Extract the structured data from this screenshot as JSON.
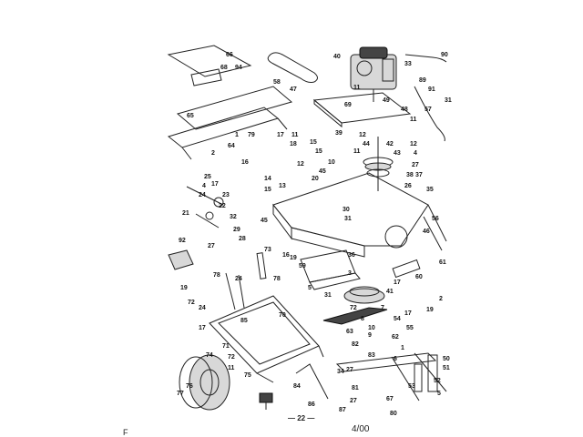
{
  "drawing": {
    "date_label": "4/00",
    "reference_label": "— 22 —",
    "corner_mark": "F"
  },
  "callouts": [
    {
      "id": "c66",
      "text": "66"
    },
    {
      "id": "c68",
      "text": "68"
    },
    {
      "id": "c94",
      "text": "94"
    },
    {
      "id": "c58",
      "text": "58"
    },
    {
      "id": "c47",
      "text": "47"
    },
    {
      "id": "c40",
      "text": "40"
    },
    {
      "id": "c33",
      "text": "33"
    },
    {
      "id": "c90",
      "text": "90"
    },
    {
      "id": "c89",
      "text": "89"
    },
    {
      "id": "c91",
      "text": "91"
    },
    {
      "id": "c31a",
      "text": "31"
    },
    {
      "id": "c11a",
      "text": "11"
    },
    {
      "id": "c49",
      "text": "49"
    },
    {
      "id": "c48",
      "text": "48"
    },
    {
      "id": "c57",
      "text": "57"
    },
    {
      "id": "c69",
      "text": "69"
    },
    {
      "id": "c65",
      "text": "65"
    },
    {
      "id": "c11b",
      "text": "11"
    },
    {
      "id": "c39",
      "text": "39"
    },
    {
      "id": "c1",
      "text": "1"
    },
    {
      "id": "c79",
      "text": "79"
    },
    {
      "id": "c64",
      "text": "64"
    },
    {
      "id": "c17a",
      "text": "17"
    },
    {
      "id": "c18",
      "text": "18"
    },
    {
      "id": "c11c",
      "text": "11"
    },
    {
      "id": "c16",
      "text": "16"
    },
    {
      "id": "c2",
      "text": "2"
    },
    {
      "id": "c12a",
      "text": "12"
    },
    {
      "id": "c44",
      "text": "44"
    },
    {
      "id": "c42",
      "text": "42"
    },
    {
      "id": "c12b",
      "text": "12"
    },
    {
      "id": "c43",
      "text": "43"
    },
    {
      "id": "c4a",
      "text": "4"
    },
    {
      "id": "c27a",
      "text": "27"
    },
    {
      "id": "c38",
      "text": "38"
    },
    {
      "id": "c37",
      "text": "37"
    },
    {
      "id": "c26",
      "text": "26"
    },
    {
      "id": "c35",
      "text": "35"
    },
    {
      "id": "c15a",
      "text": "15"
    },
    {
      "id": "c15b",
      "text": "15"
    },
    {
      "id": "c12c",
      "text": "12"
    },
    {
      "id": "c45a",
      "text": "45"
    },
    {
      "id": "c10",
      "text": "10"
    },
    {
      "id": "c11d",
      "text": "11"
    },
    {
      "id": "c25",
      "text": "25"
    },
    {
      "id": "c4b",
      "text": "4"
    },
    {
      "id": "c17b",
      "text": "17"
    },
    {
      "id": "c24a",
      "text": "24"
    },
    {
      "id": "c23",
      "text": "23"
    },
    {
      "id": "c22",
      "text": "22"
    },
    {
      "id": "c14",
      "text": "14"
    },
    {
      "id": "c13",
      "text": "13"
    },
    {
      "id": "c20",
      "text": "20"
    },
    {
      "id": "c15c",
      "text": "15"
    },
    {
      "id": "c21",
      "text": "21"
    },
    {
      "id": "c30",
      "text": "30"
    },
    {
      "id": "c31b",
      "text": "31"
    },
    {
      "id": "c56",
      "text": "56"
    },
    {
      "id": "c46",
      "text": "46"
    },
    {
      "id": "c45b",
      "text": "45"
    },
    {
      "id": "c32",
      "text": "32"
    },
    {
      "id": "c29",
      "text": "29"
    },
    {
      "id": "c28",
      "text": "28"
    },
    {
      "id": "c27b",
      "text": "27"
    },
    {
      "id": "c92",
      "text": "92"
    },
    {
      "id": "c73",
      "text": "73"
    },
    {
      "id": "c19a",
      "text": "19"
    },
    {
      "id": "c59",
      "text": "59"
    },
    {
      "id": "c36",
      "text": "36"
    },
    {
      "id": "c3",
      "text": "3"
    },
    {
      "id": "c61",
      "text": "61"
    },
    {
      "id": "c78a",
      "text": "78"
    },
    {
      "id": "c24b",
      "text": "24"
    },
    {
      "id": "c78b",
      "text": "78"
    },
    {
      "id": "c60",
      "text": "60"
    },
    {
      "id": "c19b",
      "text": "19"
    },
    {
      "id": "c72a",
      "text": "72"
    },
    {
      "id": "c5",
      "text": "5"
    },
    {
      "id": "c31c",
      "text": "31"
    },
    {
      "id": "c17c",
      "text": "17"
    },
    {
      "id": "c41",
      "text": "41"
    },
    {
      "id": "c24c",
      "text": "24"
    },
    {
      "id": "c85",
      "text": "85"
    },
    {
      "id": "c70",
      "text": "70"
    },
    {
      "id": "c17d",
      "text": "17"
    },
    {
      "id": "c7",
      "text": "7"
    },
    {
      "id": "c72b",
      "text": "72"
    },
    {
      "id": "c54",
      "text": "54"
    },
    {
      "id": "c17e",
      "text": "17"
    },
    {
      "id": "c19c",
      "text": "19"
    },
    {
      "id": "c8",
      "text": "8"
    },
    {
      "id": "c10b",
      "text": "10"
    },
    {
      "id": "c9",
      "text": "9"
    },
    {
      "id": "c55",
      "text": "55"
    },
    {
      "id": "c63",
      "text": "63"
    },
    {
      "id": "c82",
      "text": "82"
    },
    {
      "id": "c83",
      "text": "83"
    },
    {
      "id": "c62",
      "text": "62"
    },
    {
      "id": "c71",
      "text": "71"
    },
    {
      "id": "c74",
      "text": "74"
    },
    {
      "id": "c72c",
      "text": "72"
    },
    {
      "id": "c75",
      "text": "75"
    },
    {
      "id": "c84",
      "text": "84"
    },
    {
      "id": "c27c",
      "text": "27"
    },
    {
      "id": "c81",
      "text": "81"
    },
    {
      "id": "c76",
      "text": "76"
    },
    {
      "id": "c77",
      "text": "77"
    },
    {
      "id": "c86",
      "text": "86"
    },
    {
      "id": "c87",
      "text": "87"
    },
    {
      "id": "c34",
      "text": "34"
    },
    {
      "id": "c53",
      "text": "53"
    },
    {
      "id": "c67",
      "text": "67"
    },
    {
      "id": "c80",
      "text": "80"
    },
    {
      "id": "c50",
      "text": "50"
    },
    {
      "id": "c51",
      "text": "51"
    },
    {
      "id": "c52",
      "text": "52"
    },
    {
      "id": "c5b",
      "text": "5"
    },
    {
      "id": "c6",
      "text": "6"
    },
    {
      "id": "c11e",
      "text": "11"
    },
    {
      "id": "c27d",
      "text": "27"
    },
    {
      "id": "c16b",
      "text": "16"
    },
    {
      "id": "c1b",
      "text": "1"
    },
    {
      "id": "c2b",
      "text": "2"
    }
  ]
}
